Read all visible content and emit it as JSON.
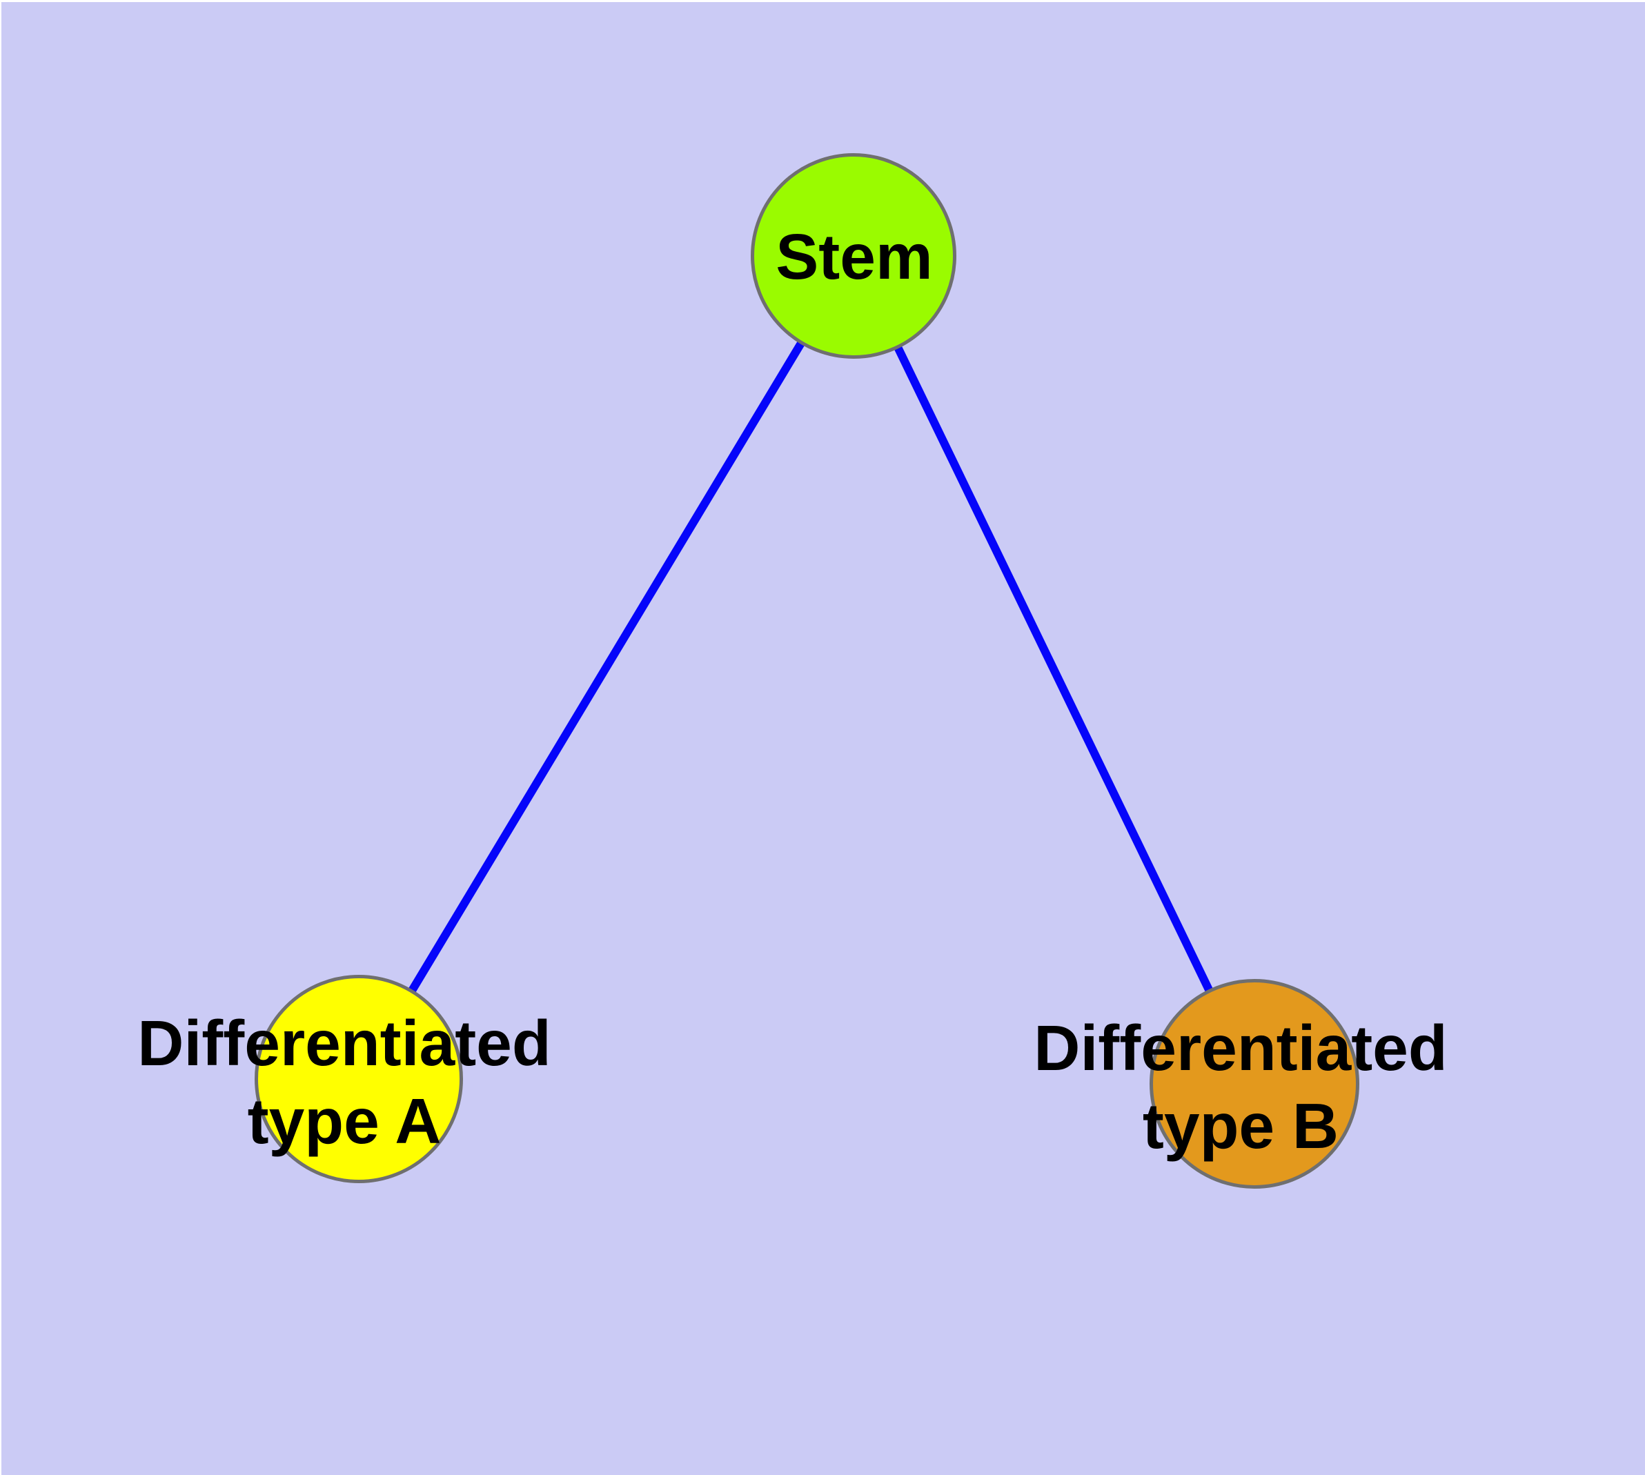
{
  "diagram": {
    "background_color": "#cbcbf5",
    "margin_color": "#ffffff",
    "edge_color": "#0505fa",
    "node_border_color": "#6f6f6f",
    "label_color": "#000000",
    "nodes": {
      "stem": {
        "label": "Stem",
        "fill": "#9afb00"
      },
      "type_a": {
        "label_line1": "Differentiated",
        "label_line2": "type A",
        "fill": "#ffff00"
      },
      "type_b": {
        "label_line1": "Differentiated",
        "label_line2": "type B",
        "fill": "#e3991d"
      }
    },
    "edges": [
      {
        "from": "stem",
        "to": "type_a"
      },
      {
        "from": "stem",
        "to": "type_b"
      }
    ]
  }
}
